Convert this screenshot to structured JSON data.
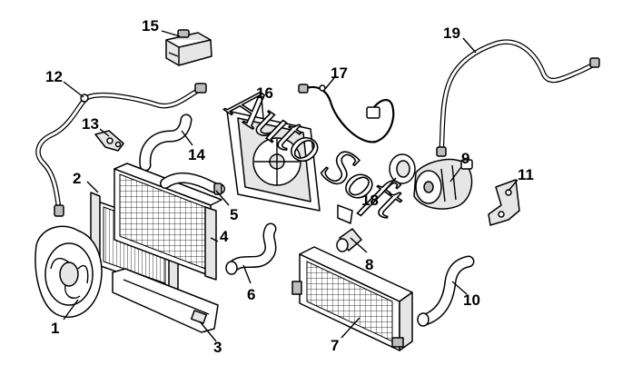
{
  "watermark": "Auto Soft",
  "callouts": [
    {
      "id": 1,
      "label": "1"
    },
    {
      "id": 2,
      "label": "2"
    },
    {
      "id": 3,
      "label": "3"
    },
    {
      "id": 4,
      "label": "4"
    },
    {
      "id": 5,
      "label": "5"
    },
    {
      "id": 6,
      "label": "6"
    },
    {
      "id": 7,
      "label": "7"
    },
    {
      "id": 8,
      "label": "8"
    },
    {
      "id": 9,
      "label": "9"
    },
    {
      "id": 10,
      "label": "10"
    },
    {
      "id": 11,
      "label": "11"
    },
    {
      "id": 12,
      "label": "12"
    },
    {
      "id": 13,
      "label": "13"
    },
    {
      "id": 14,
      "label": "14"
    },
    {
      "id": 15,
      "label": "15"
    },
    {
      "id": 16,
      "label": "16"
    },
    {
      "id": 17,
      "label": "17"
    },
    {
      "id": 18,
      "label": "18"
    },
    {
      "id": 19,
      "label": "19"
    }
  ]
}
